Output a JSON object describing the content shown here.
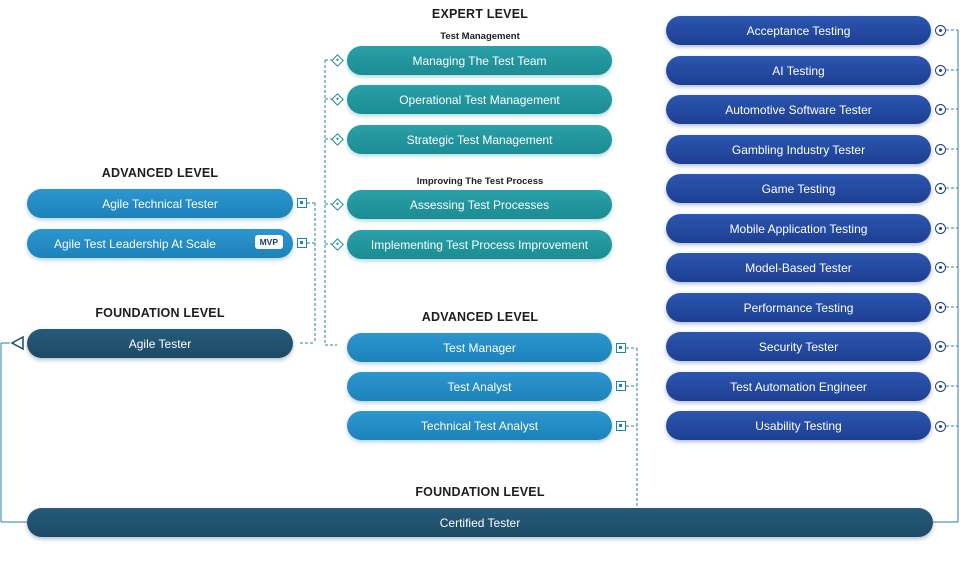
{
  "headings": {
    "expert_level": "EXPERT LEVEL",
    "test_management": "Test Management",
    "improving_test_process": "Improving The Test Process",
    "advanced_level_agile": "ADVANCED LEVEL",
    "foundation_level_agile": "FOUNDATION LEVEL",
    "advanced_level_core": "ADVANCED LEVEL",
    "foundation_level_core": "FOUNDATION LEVEL"
  },
  "expert": {
    "managing_team": "Managing The Test Team",
    "operational": "Operational Test Management",
    "strategic": "Strategic Test Management",
    "assessing": "Assessing Test Processes",
    "implementing": "Implementing Test Process Improvement"
  },
  "agile": {
    "technical_tester": "Agile Technical Tester",
    "leadership": "Agile Test Leadership At Scale",
    "mvp_badge": "MVP",
    "tester": "Agile Tester"
  },
  "core_advanced": {
    "test_manager": "Test Manager",
    "test_analyst": "Test Analyst",
    "technical_test_analyst": "Technical Test Analyst"
  },
  "foundation": {
    "certified_tester": "Certified Tester"
  },
  "specialist": [
    "Acceptance Testing",
    "AI Testing",
    "Automotive Software Tester",
    "Gambling Industry Tester",
    "Game Testing",
    "Mobile Application Testing",
    "Model-Based Tester",
    "Performance Testing",
    "Security Tester",
    "Test Automation Engineer",
    "Usability Testing"
  ],
  "colors": {
    "expert_teal": "#1b8c93",
    "advanced_sky": "#1d82ba",
    "specialist_navy": "#1d3f93",
    "foundation_slate": "#1c4a66",
    "connector": "#2b7fa6"
  }
}
